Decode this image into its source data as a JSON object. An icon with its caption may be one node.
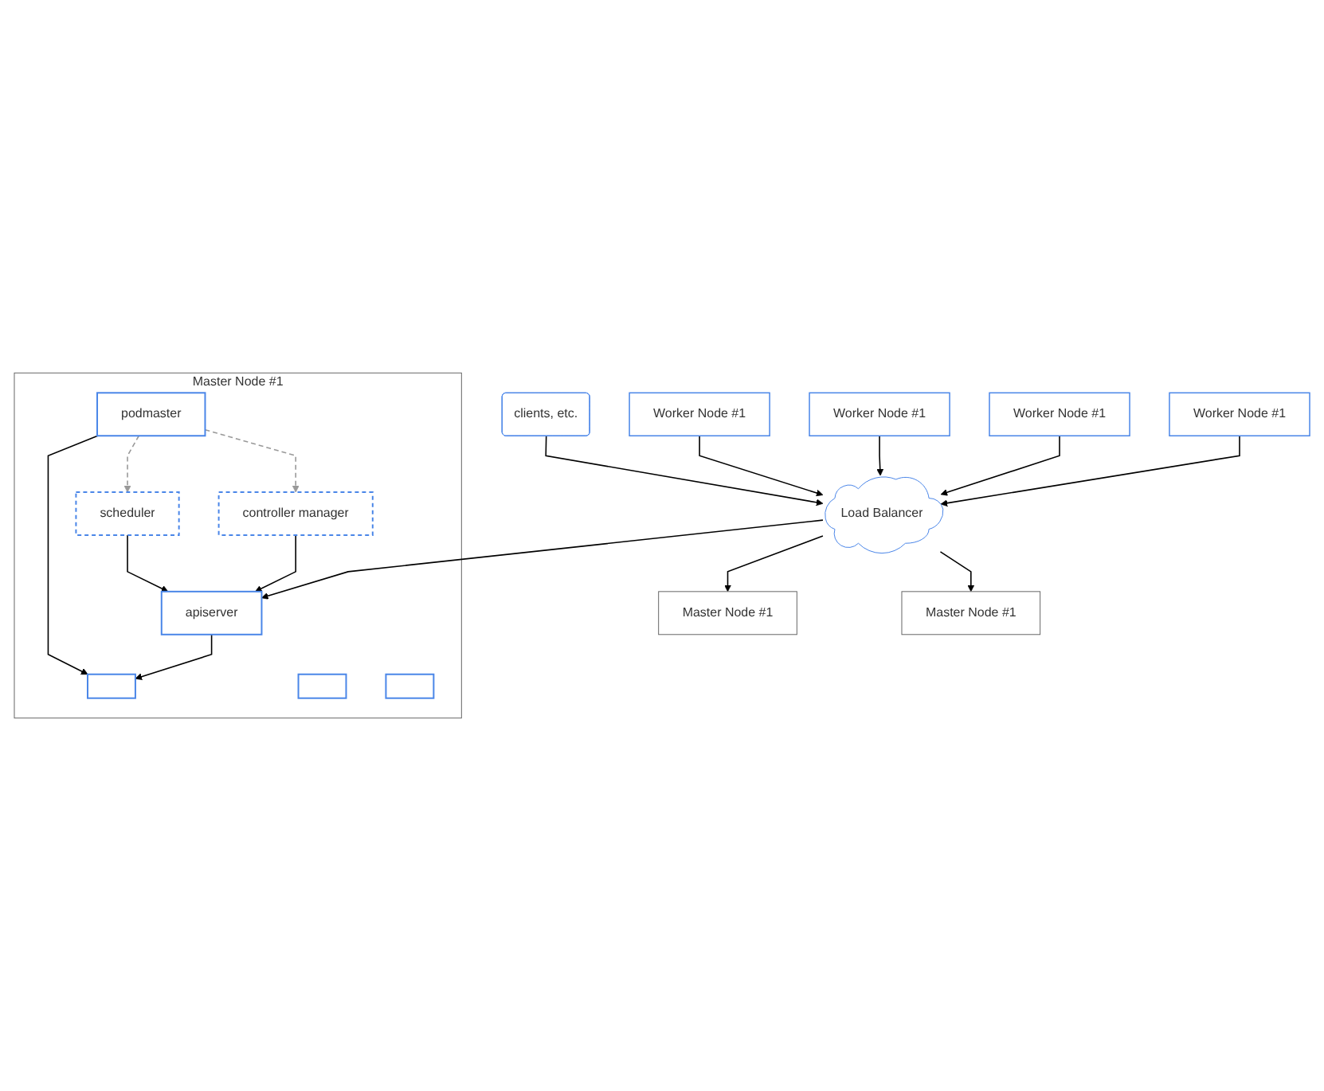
{
  "diagram": {
    "nodes": [
      {
        "text": [
          "clients, etc."
        ]
      },
      {
        "text": [
          "Load Balancer"
        ]
      },
      {
        "text": [
          "Worker Node #1"
        ]
      },
      {
        "text": [
          "Worker Node #1"
        ]
      },
      {
        "text": [
          "Worker Node #1"
        ]
      },
      {
        "text": [
          "Worker Node #1"
        ]
      },
      {
        "text": [
          "Master Node #1"
        ]
      },
      {
        "text": [
          "Master Node #1"
        ]
      },
      {
        "text": [
          "Master Node #1"
        ]
      },
      {
        "text": [
          "apiserver"
        ],
        "in": 8
      },
      {
        "text": [],
        "shape": "box",
        "in": 8
      },
      {
        "text": [
          "scheduler"
        ],
        "in": 8
      },
      {
        "text": [
          "podmaster"
        ],
        "in": 8
      },
      {
        "text": [
          "controller manager"
        ],
        "in": 8
      },
      {
        "text": [],
        "shape": "box",
        "in": 8
      },
      {
        "text": [],
        "shape": "box",
        "in": 8
      }
    ],
    "edges": [
      {
        "from": 0,
        "to": 1,
        "arrow": "to"
      },
      {
        "from": 2,
        "to": 1,
        "arrow": "to"
      },
      {
        "from": 3,
        "to": 1,
        "arrow": "to"
      },
      {
        "from": 4,
        "to": 1,
        "arrow": "to"
      },
      {
        "from": 5,
        "to": 1,
        "arrow": "to"
      },
      {
        "from": 1,
        "to": 6,
        "arrow": "to"
      },
      {
        "from": 1,
        "to": 7,
        "arrow": "to"
      },
      {
        "from": 1,
        "to": 9,
        "arrow": "to"
      },
      {
        "from": 9,
        "to": 10,
        "arrow": "to"
      },
      {
        "from": 11,
        "to": 9,
        "arrow": "to"
      },
      {
        "from": 13,
        "to": 9,
        "arrow": "to"
      },
      {
        "from": 12,
        "to": 10,
        "arrow": "to"
      },
      {
        "from": 12,
        "to": 11,
        "arrow": "to",
        "style": "dashed",
        "color": "#999999"
      },
      {
        "from": 12,
        "to": 13,
        "arrow": "to",
        "style": "dashed",
        "color": "#999999"
      }
    ]
  }
}
